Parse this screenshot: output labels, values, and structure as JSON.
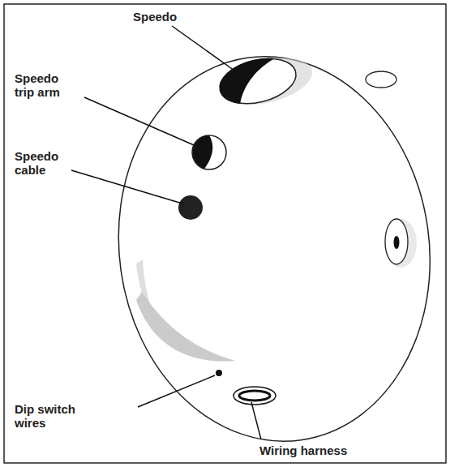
{
  "diagram": {
    "labels": [
      "Speedo",
      "Speedo trip arm",
      "Speedo cable",
      "Dip switch wires",
      "Wiring harness"
    ]
  }
}
